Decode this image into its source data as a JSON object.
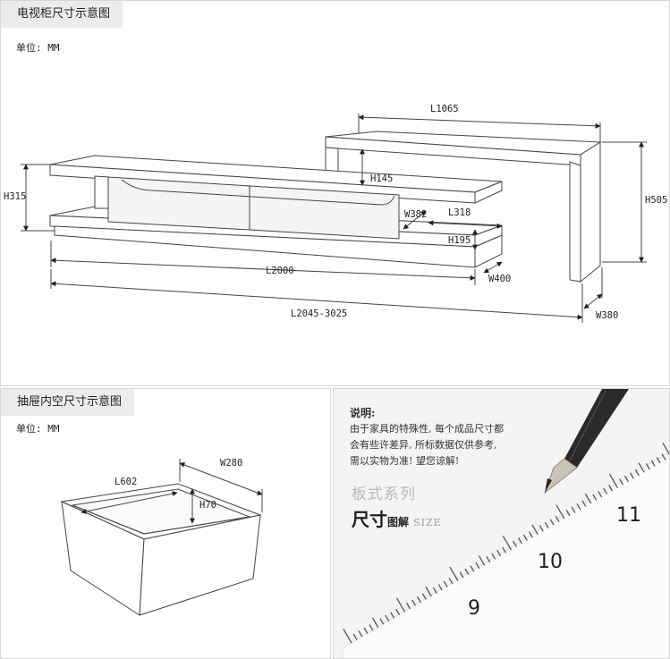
{
  "top_panel": {
    "title": "电视柜尺寸示意图",
    "unit": "单位: MM",
    "dimensions": {
      "top_length": "L1065",
      "height_total": "H315",
      "height_inner": "H145",
      "width_382": "W382",
      "length_318": "L318",
      "height_505": "H505",
      "height_195": "H195",
      "base_length": "L2000",
      "depth_400": "W400",
      "range_length": "L2045-3025",
      "depth_380": "W380"
    }
  },
  "bottom_left_panel": {
    "title": "抽屉内空尺寸示意图",
    "unit": "单位: MM",
    "dimensions": {
      "length": "L602",
      "width": "W280",
      "height": "H70"
    }
  },
  "bottom_right_panel": {
    "note_title": "说明:",
    "note_lines": [
      "由于家具的特殊性, 每个成品尺寸都",
      "会有些许差异, 所标数据仅供参考,",
      "需以实物为准! 望您谅解!"
    ],
    "series": "板式系列",
    "brand_big": "尺寸",
    "brand_mid": "图解",
    "brand_small": "SIZE",
    "ruler_numbers": [
      "9",
      "10",
      "11"
    ]
  }
}
